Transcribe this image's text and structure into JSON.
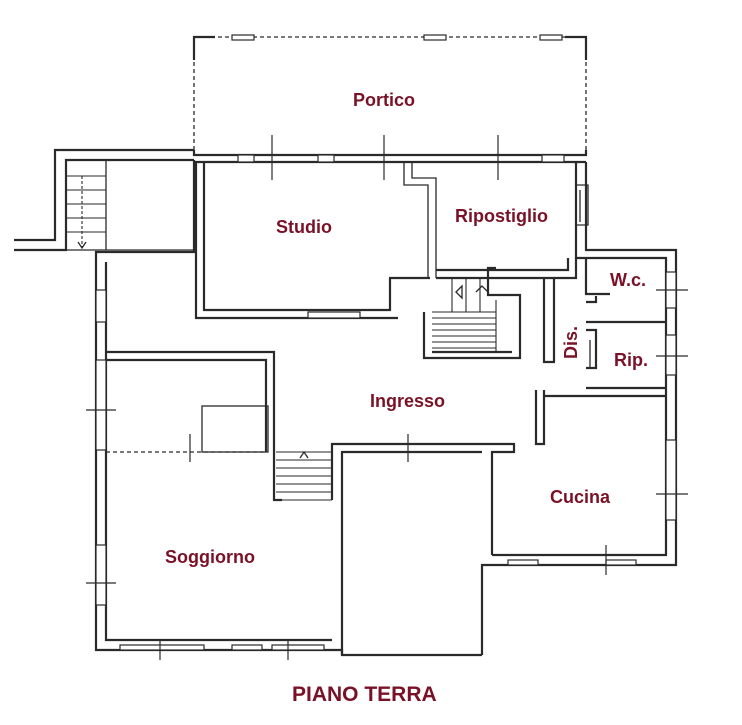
{
  "plan_title": "PIANO TERRA",
  "rooms": {
    "portico": "Portico",
    "studio": "Studio",
    "ripostiglio": "Ripostiglio",
    "wc": "W.c.",
    "dis": "Dis.",
    "rip": "Rip.",
    "ingresso": "Ingresso",
    "cucina": "Cucina",
    "soggiorno": "Soggiorno"
  },
  "colors": {
    "label": "#7a1126",
    "wall": "#2a2a2a",
    "background": "#ffffff"
  }
}
